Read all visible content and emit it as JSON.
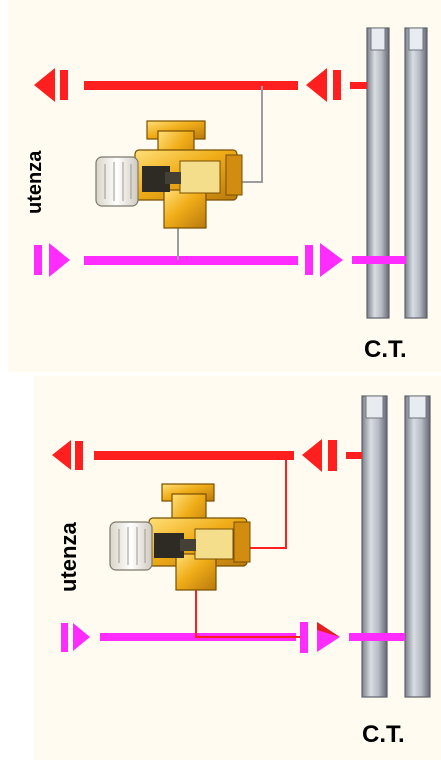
{
  "diagrams": [
    {
      "side_label": "utenza",
      "plant_label": "C.T."
    },
    {
      "side_label": "utenza",
      "plant_label": "C.T."
    }
  ],
  "colors": {
    "supply": "#ff1f1f",
    "return": "#ff2cff",
    "column": "#b8bcc4",
    "column_shadow": "#6f737b",
    "valve_brass": "#f2b21e",
    "valve_dark": "#8a5a00",
    "handle": "#f4f1e8",
    "background": "#fffbf1"
  },
  "icons": [
    "arrow-left-icon",
    "arrow-right-icon",
    "valve-icon"
  ]
}
